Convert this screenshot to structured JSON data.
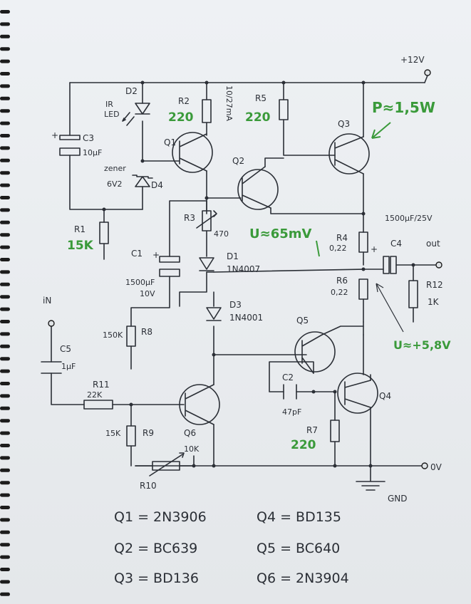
{
  "supply": {
    "vcc": "+12V",
    "ov": "0V",
    "gnd": "GND"
  },
  "io": {
    "in": "iN",
    "out": "out"
  },
  "transistors": [
    {
      "ref": "Q1"
    },
    {
      "ref": "Q2"
    },
    {
      "ref": "Q3"
    },
    {
      "ref": "Q4"
    },
    {
      "ref": "Q5"
    },
    {
      "ref": "Q6"
    }
  ],
  "resistors": [
    {
      "ref": "R1",
      "value": "15K"
    },
    {
      "ref": "R2",
      "value": "220"
    },
    {
      "ref": "R3",
      "value": "470"
    },
    {
      "ref": "R4",
      "value": "0,22"
    },
    {
      "ref": "R5",
      "value": "220"
    },
    {
      "ref": "R6",
      "value": "0,22"
    },
    {
      "ref": "R7",
      "value": "220"
    },
    {
      "ref": "R8",
      "value": "150K"
    },
    {
      "ref": "R9",
      "value": "15K"
    },
    {
      "ref": "R10",
      "value": "10K"
    },
    {
      "ref": "R11",
      "value": "22K"
    },
    {
      "ref": "R12",
      "value": "1K"
    }
  ],
  "capacitors": [
    {
      "ref": "C1",
      "value": "1500µF",
      "voltage": "10V"
    },
    {
      "ref": "C2",
      "value": "47pF"
    },
    {
      "ref": "C3",
      "value": "10µF"
    },
    {
      "ref": "C4",
      "value": "1500µF/25V"
    },
    {
      "ref": "C5",
      "value": "1µF"
    }
  ],
  "diodes": [
    {
      "ref": "D1",
      "value": "1N4007"
    },
    {
      "ref": "D2",
      "value": "IR",
      "value2": "LED"
    },
    {
      "ref": "D3",
      "value": "1N4001"
    },
    {
      "ref": "D4",
      "value": "zener",
      "value2": "6V2"
    }
  ],
  "annotations": {
    "power": "P≈1,5W",
    "u_bias": "U≈65mV",
    "u_out": "U≈+5,8V",
    "r2_note": "10/27mA"
  },
  "legend": [
    {
      "left": "Q1 = 2N3906",
      "right": "Q4 = BD135"
    },
    {
      "left": "Q2 = BC639",
      "right": "Q5 = BC640"
    },
    {
      "left": "Q3 = BD136",
      "right": "Q6 = 2N3904"
    }
  ],
  "colors": {
    "ink": "#2b2f36",
    "green": "#3a9a3a",
    "paper": "#eceff2"
  }
}
